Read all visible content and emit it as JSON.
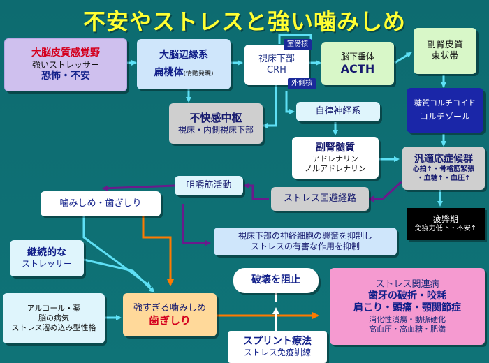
{
  "title": "不安やストレスと強い噛みしめ",
  "nodes": {
    "cortex": {
      "line1": "大脳皮質感覚野",
      "line2": "強いストレッサー",
      "line3": "恐怖・不安"
    },
    "limbic": {
      "line1": "大脳辺縁系",
      "line2": "扁桃体",
      "note": "(情動発現)"
    },
    "hypothalamus": {
      "line1": "視床下部",
      "line2": "CRH"
    },
    "medial_label": "室傍核",
    "lateral_label": "外側核",
    "pituitary": {
      "line1": "脳下垂体",
      "line2": "ACTH"
    },
    "adrenal_cortex": {
      "line1": "副腎皮質",
      "line2": "束状帯"
    },
    "glucocorticoid": {
      "line1": "糖質コルチコイド",
      "line2": "コルチゾール"
    },
    "discomfort": {
      "line1": "不快感中枢",
      "line2": "視床・内側視床下部"
    },
    "autonomic": {
      "line1": "自律神経系"
    },
    "adrenal_medulla": {
      "line1": "副腎髄質",
      "line2": "アドレナリン",
      "line3": "ノルアドレナリン"
    },
    "gas": {
      "line1": "汎適応症候群",
      "line2": "心拍↑・骨格筋緊張",
      "line3": "・血糖↑・血圧↑"
    },
    "exhaustion": {
      "line1": "疲弊期",
      "line2": "免疫力低下・不安↑"
    },
    "masticatory": {
      "line1": "咀嚼筋活動"
    },
    "stress_route": {
      "line1": "ストレス回避経路"
    },
    "clench_grind": {
      "line1": "噛みしめ・歯ぎしり"
    },
    "suppress": {
      "line1": "視床下部の神経細胞の興奮を抑制し",
      "line2": "ストレスの有害な作用を抑制"
    },
    "chronic": {
      "line1": "継続的な",
      "line2": "ストレッサー"
    },
    "factors": {
      "line1": "アルコール・薬",
      "line2": "脳の病気",
      "line3": "ストレス溜め込み型性格"
    },
    "strong_clench": {
      "line1": "強すぎる噛みしめ",
      "line2": "歯ぎしり"
    },
    "prevent": {
      "line1": "破壊を阻止"
    },
    "splint": {
      "line1": "スプリント療法",
      "line2": "ストレス免疫訓練"
    },
    "disease": {
      "line1": "ストレス関連病",
      "line2": "歯牙の破折・咬耗",
      "line3": "肩こり・頭痛・顎関節症",
      "line4": "消化性潰瘍・動脈硬化",
      "line5": "高血圧・高血糖・肥満"
    }
  },
  "colors": {
    "background": "#0e6f73",
    "title": "#ffff33",
    "arrow_cyan": "#5ee0f5",
    "arrow_purple": "#6a1a8c",
    "arrow_orange": "#ff7a00"
  }
}
